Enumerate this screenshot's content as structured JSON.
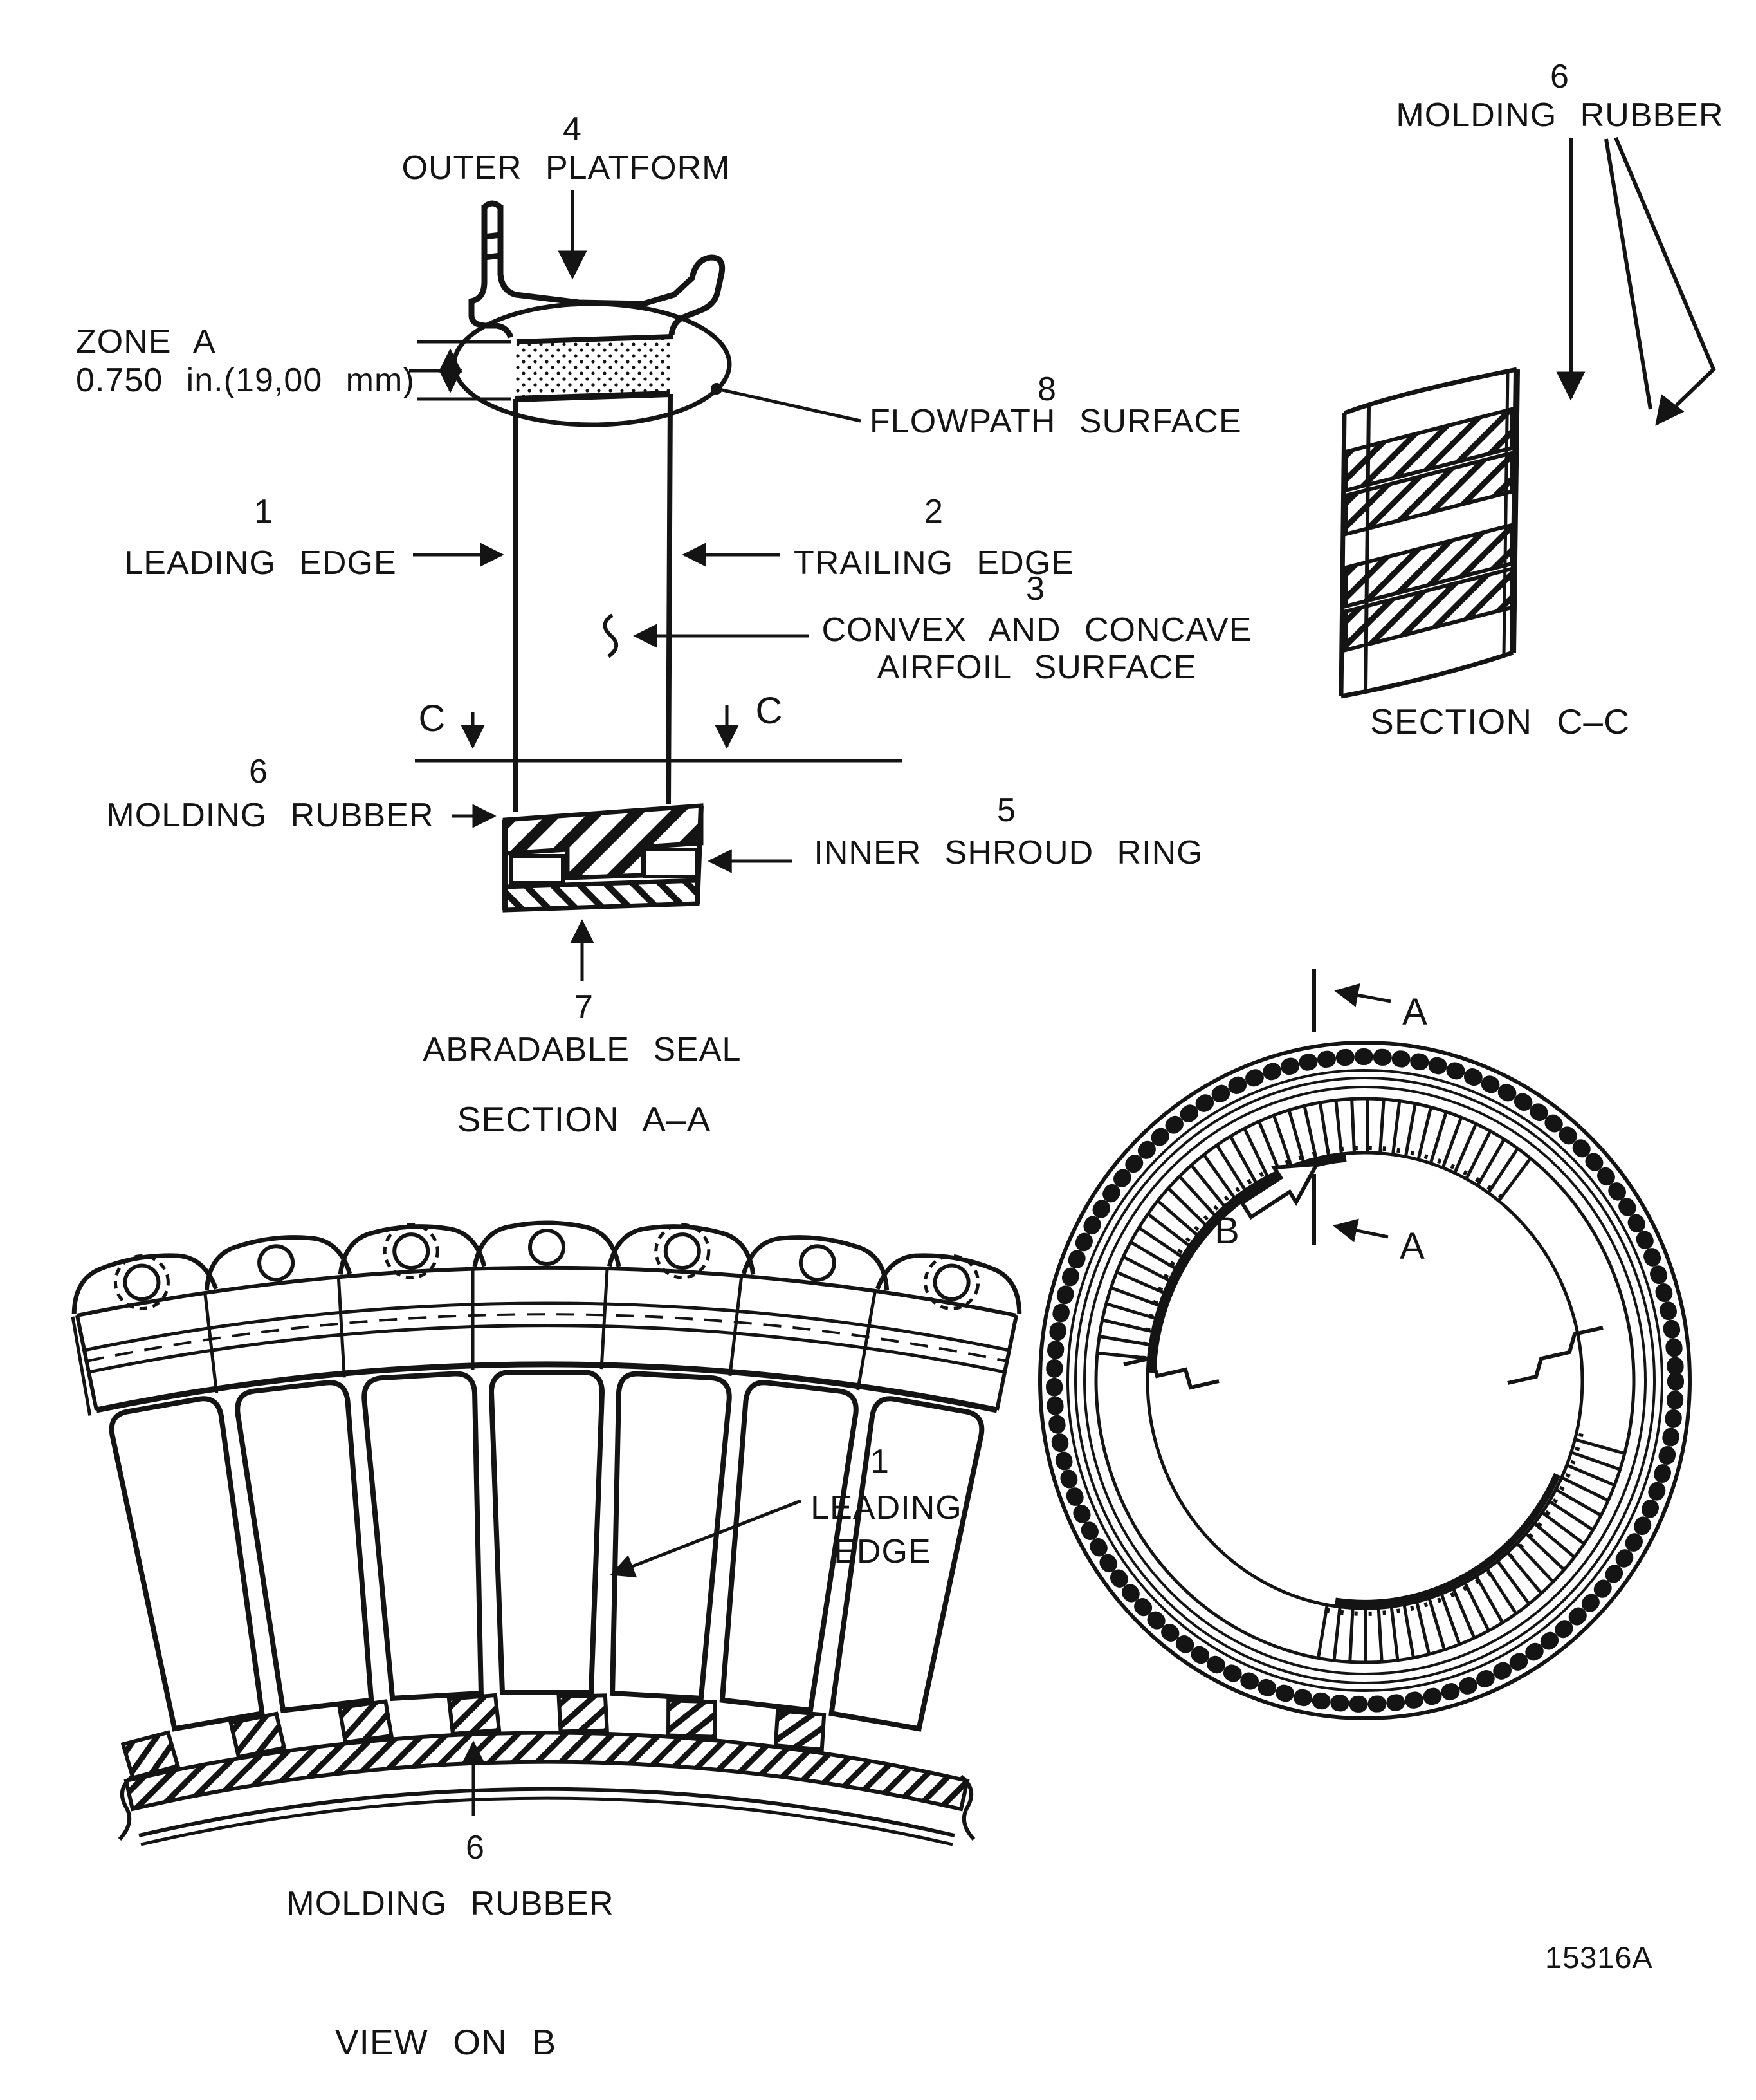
{
  "figure_number": "15316A",
  "ink_color": "#141414",
  "section_aa": {
    "caption": "SECTION A–A",
    "labels": {
      "outer_platform": {
        "num": "4",
        "text": "OUTER PLATFORM"
      },
      "zone_a": {
        "line1": "ZONE A",
        "line2": "0.750 in.(19,00 mm)"
      },
      "flowpath_surface": {
        "num": "8",
        "text": "FLOWPATH SURFACE"
      },
      "leading_edge": {
        "num": "1",
        "text": "LEADING EDGE"
      },
      "trailing_edge": {
        "num": "2",
        "text": "TRAILING EDGE"
      },
      "airfoil_surface": {
        "num": "3",
        "line1": "CONVEX AND CONCAVE",
        "line2": "AIRFOIL SURFACE"
      },
      "molding_rubber": {
        "num": "6",
        "text": "MOLDING RUBBER"
      },
      "inner_shroud_ring": {
        "num": "5",
        "text": "INNER SHROUD RING"
      },
      "abradable_seal": {
        "num": "7",
        "text": "ABRADABLE SEAL"
      },
      "cut_c_left": "C",
      "cut_c_right": "C"
    }
  },
  "section_cc": {
    "caption": "SECTION C–C",
    "labels": {
      "molding_rubber": {
        "num": "6",
        "text": "MOLDING RUBBER"
      }
    }
  },
  "view_b": {
    "caption": "VIEW ON B",
    "labels": {
      "leading_edge": {
        "num": "1",
        "line1": "LEADING",
        "line2": "EDGE"
      },
      "molding_rubber": {
        "num": "6",
        "text": "MOLDING RUBBER"
      }
    }
  },
  "ring_view": {
    "labels": {
      "section_a_top": "A",
      "section_a_bottom": "A",
      "view_b_arrow": "B"
    }
  }
}
